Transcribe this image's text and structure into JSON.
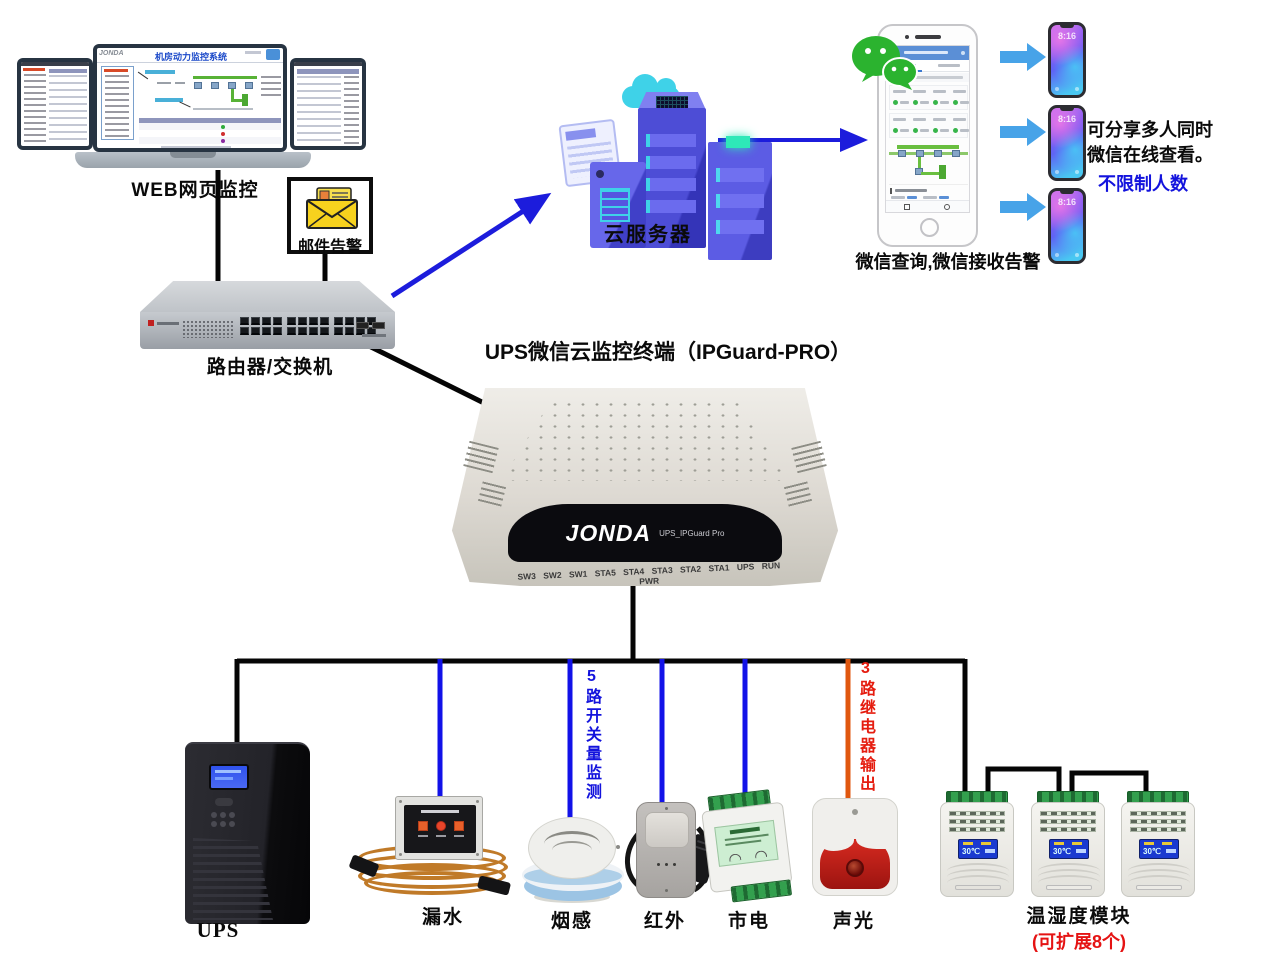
{
  "monitors": {
    "caption": "WEB网页监控",
    "screen_title": "机房动力监控系统",
    "brand": "JONDA"
  },
  "email": {
    "caption": "邮件告警"
  },
  "router": {
    "caption": "路由器/交换机"
  },
  "cloud": {
    "caption": "云服务器"
  },
  "terminal": {
    "title": "UPS微信云监控终端（IPGuard-PRO）",
    "brand": "JONDA",
    "model": "UPS_IPGuard Pro",
    "leds": "SW3 SW2 SW1 STA5 STA4 STA3 STA2 STA1 UPS RUN PWR"
  },
  "wechat": {
    "caption": "微信查询,微信接收告警",
    "share1": "可分享多人同时",
    "share2": "微信在线查看。",
    "share3": "不限制人数",
    "time": "8:16"
  },
  "bus": {
    "switch_label": "5路开关量监测",
    "relay_label": "3路继电器输出"
  },
  "devices": {
    "ups": "UPS",
    "water": "漏水",
    "smoke": "烟感",
    "infrared": "红外",
    "mains": "市电",
    "strobe": "声光"
  },
  "temp": {
    "caption": "温湿度模块",
    "note": "(可扩展8个)",
    "lcd": "30℃"
  },
  "colors": {
    "line_blue": "#1212e8",
    "line_orange": "#e0570f",
    "arrow_blue": "#1c1cdc",
    "thick_arrow": "#47a3e8",
    "note_blue": "#1313dd",
    "alert_red": "#e51313",
    "wechat_green": "#2bb32f"
  }
}
